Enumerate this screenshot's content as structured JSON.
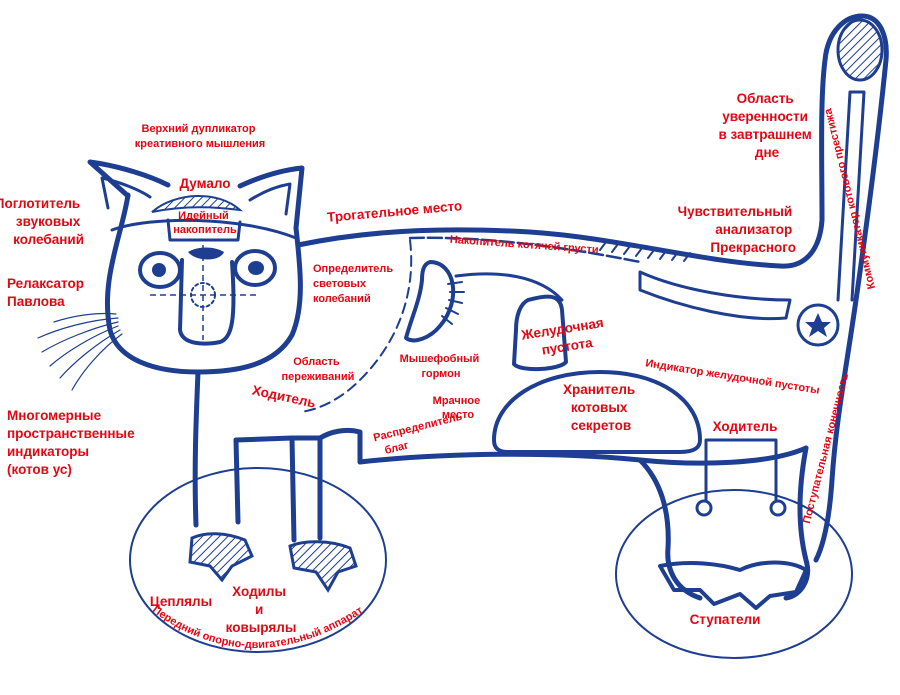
{
  "colors": {
    "ink": "#1d3e91",
    "label": "#e30613",
    "background": "#ffffff"
  },
  "labels": {
    "upper_duplicator": [
      "Верхний дупликатор",
      "креативного мышления"
    ],
    "dumalo": [
      "Думало"
    ],
    "ideas_store": [
      "Идейный",
      "накопитель"
    ],
    "sound_absorber": [
      "Поглотитель",
      "звуковых",
      "колебаний"
    ],
    "pavlov_relaxer": [
      "Релаксатор",
      "Павлова"
    ],
    "whisker_indicators": [
      "Многомерные",
      "пространственные",
      "индикаторы",
      "(котов ус)"
    ],
    "touching_place": [
      "Трогательное место"
    ],
    "sadness_store": [
      "Накопитель котячей грусти"
    ],
    "light_detector": [
      "Определитель",
      "световых",
      "колебаний"
    ],
    "feelings_area": [
      "Область",
      "переживаний"
    ],
    "walker_front": [
      "Ходитель"
    ],
    "mouse_hormone": [
      "Мышефобный",
      "гормон"
    ],
    "gloomy_place": [
      "Мрачное",
      "место"
    ],
    "goods_distributor": [
      "Распределитель",
      "благ"
    ],
    "stomach_empty": [
      "Желудочная",
      "пустота"
    ],
    "secrets_keeper": [
      "Хранитель",
      "котовых",
      "секретов"
    ],
    "stomach_indicator": [
      "Индикатор желудочной пустоты"
    ],
    "confidence_area": [
      "Область",
      "уверенности",
      "в завтрашнем",
      "дне"
    ],
    "beauty_analyzer": [
      "Чувствительный",
      "анализатор",
      "Прекрасного"
    ],
    "prestige_communicator": [
      "Коммуникатор котового престижа"
    ],
    "progressive_limb": [
      "Поступательная конечность"
    ],
    "walker_rear": [
      "Ходитель"
    ],
    "clingers": [
      "Цеплялы"
    ],
    "walkers_diggers": [
      "Ходилы",
      "и",
      "ковырялы"
    ],
    "front_apparatus": [
      "Передний опорно-двигательный аппарат"
    ],
    "steppers": [
      "Ступатели"
    ]
  }
}
